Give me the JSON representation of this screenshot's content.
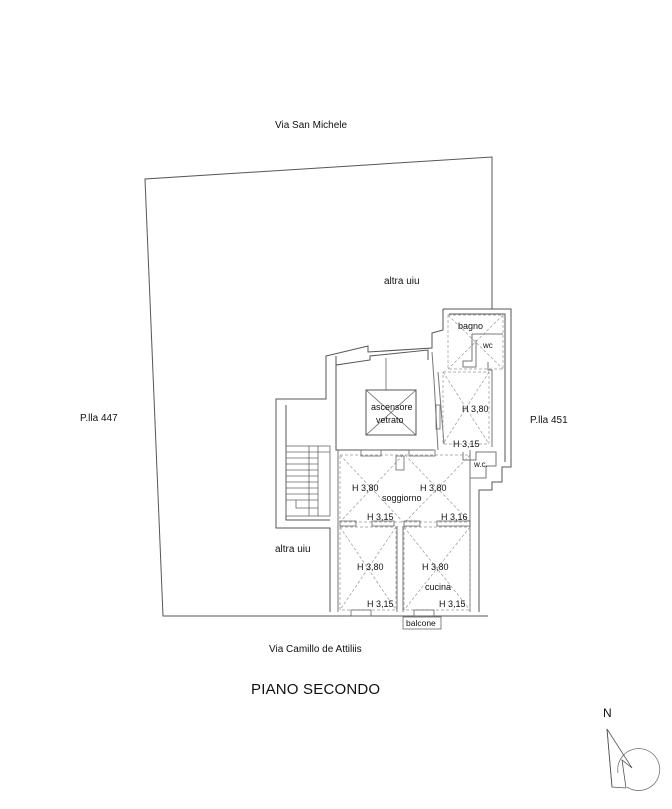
{
  "streets": {
    "north": "Via San Michele",
    "south": "Via Camillo de Attiliis"
  },
  "neighbors": {
    "west": "P.lla 447",
    "east": "P.lla 451",
    "other_unit_north": "altra uiu",
    "other_unit_west": "altra uiu"
  },
  "rooms": {
    "bagno": "bagno",
    "wc_upper": "wc",
    "wc_lower": "w.c.",
    "elevator_line1": "ascensore",
    "elevator_line2": "vetrato",
    "soggiorno": "soggiorno",
    "cucina": "cucina",
    "balcone": "balcone"
  },
  "heights": {
    "h380": "H 3,80",
    "h315": "H 3,15",
    "h316": "H 3,16"
  },
  "floor_title": "PIANO SECONDO",
  "north_arrow_label": "N"
}
